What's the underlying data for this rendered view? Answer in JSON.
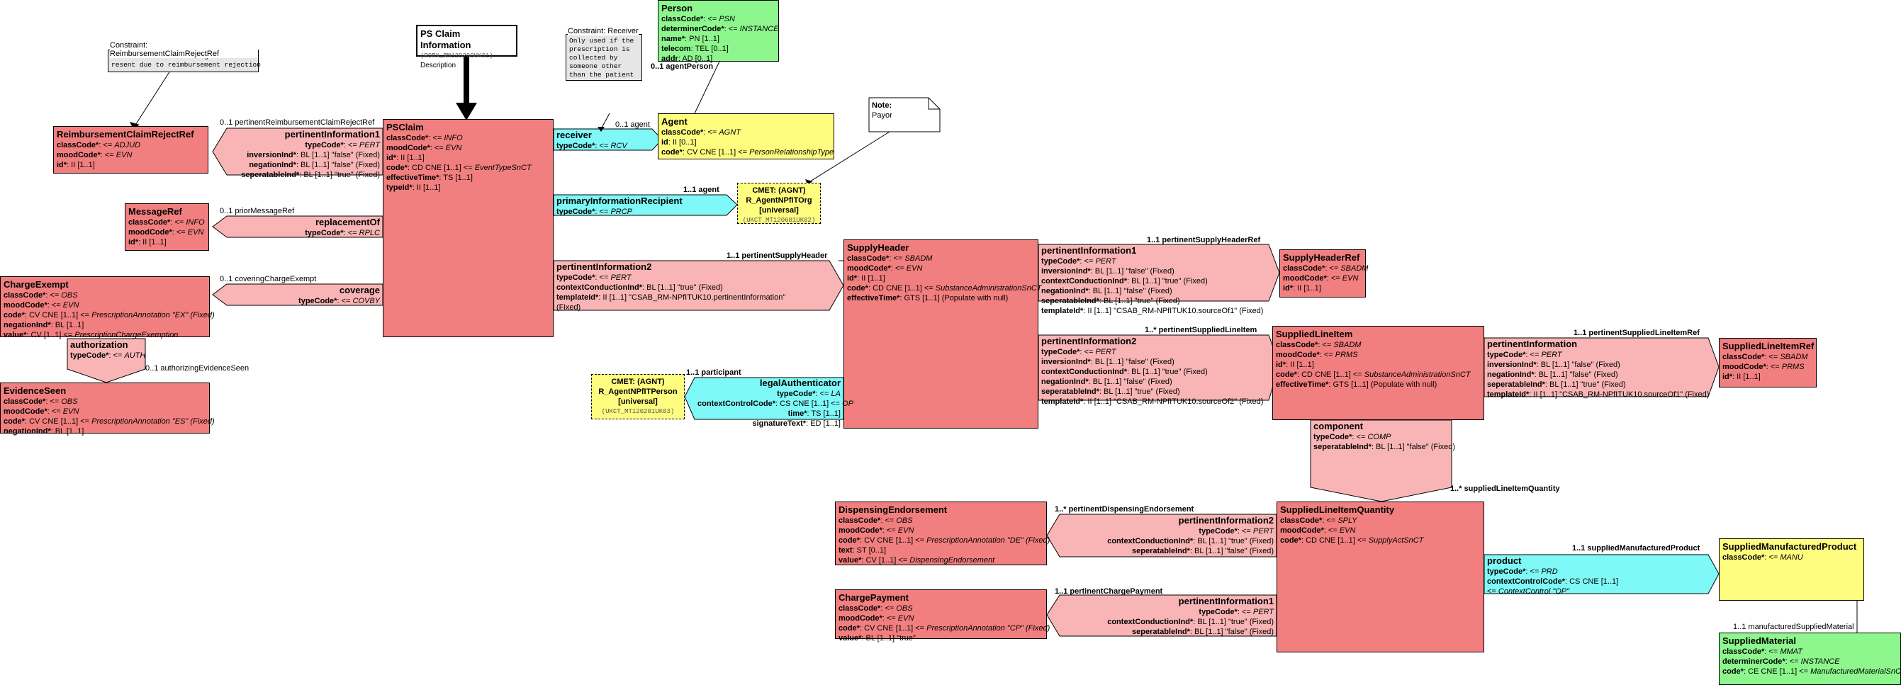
{
  "header": {
    "title": "PS Claim Information",
    "id": "(PORX_RM120200UK31)",
    "desc": "Description"
  },
  "notes": {
    "reject": {
      "title": "Constraint: ReimbursementClaimRejectRef",
      "text": "Used if the claim message is\nresent due to reimbursement rejection"
    },
    "receiver": {
      "title": "Constraint: Receiver",
      "text": "Only used if the\nprescription is\ncollected by\nsomeone other\nthan the patient"
    },
    "payor": {
      "title": "Note:",
      "text": "Payor"
    }
  },
  "classes": {
    "reimbursementClaimRejectRef": {
      "title": "ReimbursementClaimRejectRef",
      "attrs": [
        [
          "classCode*",
          ": <= ",
          "ADJUD"
        ],
        [
          "moodCode*",
          ": <= ",
          "EVN"
        ],
        [
          "id*",
          ": II [1..1]",
          ""
        ]
      ]
    },
    "messageRef": {
      "title": "MessageRef",
      "attrs": [
        [
          "classCode*",
          ": <= ",
          "INFO"
        ],
        [
          "moodCode*",
          ": <= ",
          "EVN"
        ],
        [
          "id*",
          ": II [1..1]",
          ""
        ]
      ]
    },
    "chargeExempt": {
      "title": "ChargeExempt",
      "attrs": [
        [
          "classCode*",
          ": <= ",
          "OBS"
        ],
        [
          "moodCode*",
          ": <= ",
          "EVN"
        ],
        [
          "code*",
          ": CV CNE [1..1] <= ",
          "PrescriptionAnnotation \"EX\" (Fixed)"
        ],
        [
          "negationInd*",
          ": BL [1..1]",
          ""
        ],
        [
          "value*",
          ": CV [1..1] <= ",
          "PrescriptionChargeExemption"
        ]
      ]
    },
    "evidenceSeen": {
      "title": "EvidenceSeen",
      "attrs": [
        [
          "classCode*",
          ": <= ",
          "OBS"
        ],
        [
          "moodCode*",
          ": <= ",
          "EVN"
        ],
        [
          "code*",
          ": CV CNE [1..1] <= ",
          "PrescriptionAnnotation \"ES\" (Fixed)"
        ],
        [
          "negationInd*",
          ": BL [1..1]",
          ""
        ]
      ]
    },
    "psClaim": {
      "title": "PSClaim",
      "attrs": [
        [
          "classCode*",
          ": <= ",
          "INFO"
        ],
        [
          "moodCode*",
          ": <= ",
          "EVN"
        ],
        [
          "id*",
          ": II [1..1]",
          ""
        ],
        [
          "code*",
          ": CD CNE [1..1] <= ",
          "EventTypeSnCT"
        ],
        [
          "effectiveTime*",
          ": TS [1..1]",
          ""
        ],
        [
          "typeId*",
          ": II [1..1]",
          ""
        ]
      ]
    },
    "person": {
      "title": "Person",
      "attrs": [
        [
          "classCode*",
          ": <= ",
          "PSN"
        ],
        [
          "determinerCode*",
          ": <= ",
          "INSTANCE"
        ],
        [
          "name*",
          ": PN [1..1]",
          ""
        ],
        [
          "telecom",
          ": TEL [0..1]",
          ""
        ],
        [
          "addr",
          ": AD [0..1]",
          ""
        ]
      ]
    },
    "agent": {
      "title": "Agent",
      "attrs": [
        [
          "classCode*",
          ": <= ",
          "AGNT"
        ],
        [
          "id",
          ": II [0..1]",
          ""
        ],
        [
          "code*",
          ": CV CNE [1..1] <= ",
          "PersonRelationshipType"
        ]
      ]
    },
    "supplyHeader": {
      "title": "SupplyHeader",
      "attrs": [
        [
          "classCode*",
          ": <= ",
          "SBADM"
        ],
        [
          "moodCode*",
          ": <= ",
          "EVN"
        ],
        [
          "id*",
          ": II [1..1]",
          ""
        ],
        [
          "code*",
          ": CD CNE [1..1] <= ",
          "SubstanceAdministrationSnCT"
        ],
        [
          "effectiveTime*",
          ": GTS [1..1] (Populate with null)",
          ""
        ]
      ]
    },
    "supplyHeaderRef": {
      "title": "SupplyHeaderRef",
      "attrs": [
        [
          "classCode*",
          ": <= ",
          "SBADM"
        ],
        [
          "moodCode*",
          ": <= ",
          "EVN"
        ],
        [
          "id*",
          ": II [1..1]",
          ""
        ]
      ]
    },
    "suppliedLineItem": {
      "title": "SuppliedLineItem",
      "attrs": [
        [
          "classCode*",
          ": <= ",
          "SBADM"
        ],
        [
          "moodCode*",
          ": <= ",
          "PRMS"
        ],
        [
          "id*",
          ": II [1..1]",
          ""
        ],
        [
          "code*",
          ": CD CNE [1..1] <= ",
          "SubstanceAdministrationSnCT"
        ],
        [
          "effectiveTime*",
          ": GTS [1..1] (Populate with null)",
          ""
        ]
      ]
    },
    "suppliedLineItemRef": {
      "title": "SuppliedLineItemRef",
      "attrs": [
        [
          "classCode*",
          ": <= ",
          "SBADM"
        ],
        [
          "moodCode*",
          ": <= ",
          "PRMS"
        ],
        [
          "id*",
          ": II [1..1]",
          ""
        ]
      ]
    },
    "dispensingEndorsement": {
      "title": "DispensingEndorsement",
      "attrs": [
        [
          "classCode*",
          ": <= ",
          "OBS"
        ],
        [
          "moodCode*",
          ": <= ",
          "EVN"
        ],
        [
          "code*",
          ": CV CNE [1..1] <= ",
          "PrescriptionAnnotation \"DE\" (Fixed)"
        ],
        [
          "text",
          ": ST [0..1]",
          ""
        ],
        [
          "value*",
          ": CV [1..1] <= ",
          "DispensingEndorsement"
        ]
      ]
    },
    "chargePayment": {
      "title": "ChargePayment",
      "attrs": [
        [
          "classCode*",
          ": <= ",
          "OBS"
        ],
        [
          "moodCode*",
          ": <= ",
          "EVN"
        ],
        [
          "code*",
          ": CV CNE [1..1] <= ",
          "PrescriptionAnnotation \"CP\" (Fixed)"
        ],
        [
          "value*",
          ": BL [1..1] \"true\"",
          ""
        ]
      ]
    },
    "suppliedLineItemQuantity": {
      "title": "SuppliedLineItemQuantity",
      "attrs": [
        [
          "classCode*",
          ": <= ",
          "SPLY"
        ],
        [
          "moodCode*",
          ": <= ",
          "EVN"
        ],
        [
          "code*",
          ": CD CNE [1..1] <= ",
          "SupplyActSnCT"
        ]
      ]
    },
    "suppliedManufacturedProduct": {
      "title": "SuppliedManufacturedProduct",
      "attrs": [
        [
          "classCode*",
          ": <= ",
          "MANU"
        ]
      ]
    },
    "suppliedMaterial": {
      "title": "SuppliedMaterial",
      "attrs": [
        [
          "classCode*",
          ": <= ",
          "MMAT"
        ],
        [
          "determinerCode*",
          ": <= ",
          "INSTANCE"
        ],
        [
          "code*",
          ": CE CNE [1..1] <= ",
          "ManufacturedMaterialSnCT"
        ]
      ]
    }
  },
  "relationships": {
    "pertinentInformation1_reject": {
      "title": "pertinentInformation1",
      "attrs": [
        [
          "typeCode*",
          ": <= ",
          "PERT"
        ],
        [
          "inversionInd*",
          ": BL [1..1] \"false\" (Fixed)",
          ""
        ],
        [
          "negationInd*",
          ": BL [1..1] \"false\" (Fixed)",
          ""
        ],
        [
          "seperatableInd*",
          ": BL [1..1] \"true\" (Fixed)",
          ""
        ]
      ]
    },
    "replacementOf": {
      "title": "replacementOf",
      "attrs": [
        [
          "typeCode*",
          ": <= ",
          "RPLC"
        ]
      ]
    },
    "coverage": {
      "title": "coverage",
      "attrs": [
        [
          "typeCode*",
          ": <= ",
          "COVBY"
        ]
      ]
    },
    "authorization": {
      "title": "authorization",
      "attrs": [
        [
          "typeCode*",
          ": <= ",
          "AUTH"
        ]
      ]
    },
    "pertinentInformation2_supply": {
      "title": "pertinentInformation2",
      "attrs": [
        [
          "typeCode*",
          ": <= ",
          "PERT"
        ],
        [
          "contextConductionInd*",
          ": BL [1..1] \"true\" (Fixed)",
          ""
        ],
        [
          "templateId*",
          ": II [1..1] \"CSAB_RM-NPfITUK10.pertinentInformation\"",
          ""
        ],
        [
          "",
          "(Fixed)",
          ""
        ]
      ]
    },
    "pertinentInformation1_header": {
      "title": "pertinentInformation1",
      "attrs": [
        [
          "typeCode*",
          ": <= ",
          "PERT"
        ],
        [
          "inversionInd*",
          ": BL [1..1] \"false\" (Fixed)",
          ""
        ],
        [
          "contextConductionInd*",
          ": BL [1..1] \"true\" (Fixed)",
          ""
        ],
        [
          "negationInd*",
          ": BL [1..1] \"false\" (Fixed)",
          ""
        ],
        [
          "seperatableInd*",
          ": BL [1..1] \"true\" (Fixed)",
          ""
        ],
        [
          "templateId*",
          ": II [1..1] \"CSAB_RM-NPfITUK10.sourceOf1\" (Fixed)",
          ""
        ]
      ]
    },
    "pertinentInformation2_line": {
      "title": "pertinentInformation2",
      "attrs": [
        [
          "typeCode*",
          ": <= ",
          "PERT"
        ],
        [
          "inversionInd*",
          ": BL [1..1] \"false\" (Fixed)",
          ""
        ],
        [
          "contextConductionInd*",
          ": BL [1..1] \"true\" (Fixed)",
          ""
        ],
        [
          "negationInd*",
          ": BL [1..1] \"false\" (Fixed)",
          ""
        ],
        [
          "seperatableInd*",
          ": BL [1..1] \"true\" (Fixed)",
          ""
        ],
        [
          "templateId*",
          ": II [1..1] \"CSAB_RM-NPfITUK10.sourceOf2\" (Fixed)",
          ""
        ]
      ]
    },
    "pertinentInformation_lineref": {
      "title": "pertinentInformation",
      "attrs": [
        [
          "typeCode*",
          ": <= ",
          "PERT"
        ],
        [
          "inversionInd*",
          ": BL [1..1] \"false\" (Fixed)",
          ""
        ],
        [
          "negationInd*",
          ": BL [1..1] \"false\" (Fixed)",
          ""
        ],
        [
          "seperatableInd*",
          ": BL [1..1] \"true\" (Fixed)",
          ""
        ],
        [
          "templateId*",
          ": II [1..1] \"CSAB_RM-NPfITUK10.sourceOf1\" (Fixed)",
          ""
        ]
      ]
    },
    "component": {
      "title": "component",
      "attrs": [
        [
          "typeCode*",
          ": <= ",
          "COMP"
        ],
        [
          "seperatableInd*",
          ": BL [1..1] \"false\" (Fixed)",
          ""
        ]
      ]
    },
    "pertinentInformation2_disp": {
      "title": "pertinentInformation2",
      "attrs": [
        [
          "typeCode*",
          ": <= ",
          "PERT"
        ],
        [
          "contextConductionInd*",
          ": BL [1..1] \"true\" (Fixed)",
          ""
        ],
        [
          "seperatableInd*",
          ": BL [1..1] \"false\" (Fixed)",
          ""
        ]
      ]
    },
    "pertinentInformation1_charge": {
      "title": "pertinentInformation1",
      "attrs": [
        [
          "typeCode*",
          ": <= ",
          "PERT"
        ],
        [
          "contextConductionInd*",
          ": BL [1..1] \"true\" (Fixed)",
          ""
        ],
        [
          "seperatableInd*",
          ": BL [1..1] \"false\" (Fixed)",
          ""
        ]
      ]
    }
  },
  "participations": {
    "receiver": {
      "title": "receiver",
      "attrs": [
        [
          "typeCode*",
          ": <= ",
          "RCV"
        ]
      ]
    },
    "primaryInformationRecipient": {
      "title": "primaryInformationRecipient",
      "attrs": [
        [
          "typeCode*",
          ": <= ",
          "PRCP"
        ]
      ]
    },
    "legalAuthenticator": {
      "title": "legalAuthenticator",
      "attrs": [
        [
          "typeCode*",
          ": <= ",
          "LA"
        ],
        [
          "contextControlCode*",
          ": CS CNE [1..1] <= ",
          "OP"
        ],
        [
          "time*",
          ": TS [1..1]",
          ""
        ],
        [
          "signatureText*",
          ": ED [1..1]",
          ""
        ]
      ]
    },
    "product": {
      "title": "product",
      "attrs": [
        [
          "typeCode*",
          ": <= ",
          "PRD"
        ],
        [
          "contextControlCode*",
          ": CS CNE [1..1]",
          ""
        ],
        [
          "",
          "<= ",
          "ContextControl \"OP\""
        ]
      ]
    }
  },
  "cmets": {
    "org": {
      "l1": "CMET: (AGNT)",
      "l2": "R_AgentNPfITOrg",
      "l3": "[universal]",
      "id": "(UKCT_MT120601UK02)"
    },
    "person": {
      "l1": "CMET: (AGNT)",
      "l2": "R_AgentNPfITPerson",
      "l3": "[universal]",
      "id": "(UKCT_MT120201UK03)"
    }
  },
  "labels": {
    "rejectRef": "0..1 pertinentReimbursementClaimRejectRef",
    "priorMessageRef": "0..1 priorMessageRef",
    "coveringChargeExempt": "0..1 coveringChargeExempt",
    "authorizingEvidenceSeen": "0..1 authorizingEvidenceSeen",
    "agentPerson": "0..1 agentPerson",
    "agentRecv": "0..1 agent",
    "agentPIR": "1..1 agent",
    "pertinentSupplyHeader": "1..1 pertinentSupplyHeader",
    "pertinentSupplyHeaderRef": "1..1 pertinentSupplyHeaderRef",
    "pertinentSuppliedLineItem": "1..* pertinentSuppliedLineItem",
    "pertinentSuppliedLineItemRef": "1..1 pertinentSuppliedLineItemRef",
    "participant": "1..1 participant",
    "suppliedLineItemQuantity": "1..* suppliedLineItemQuantity",
    "pertinentDispensingEndorsement": "1..* pertinentDispensingEndorsement",
    "pertinentChargePayment": "1..1 pertinentChargePayment",
    "suppliedManufacturedProduct": "1..1 suppliedManufacturedProduct",
    "manufacturedSuppliedMaterial": "1..1 manufacturedSuppliedMaterial"
  },
  "colors": {
    "act": "#f27f7f",
    "actRelationship": "#f9b5b5",
    "role": "#8df78d",
    "participation": "#7ff8f8",
    "cmet": "#fffd7f",
    "note": "#e6e6e6"
  }
}
